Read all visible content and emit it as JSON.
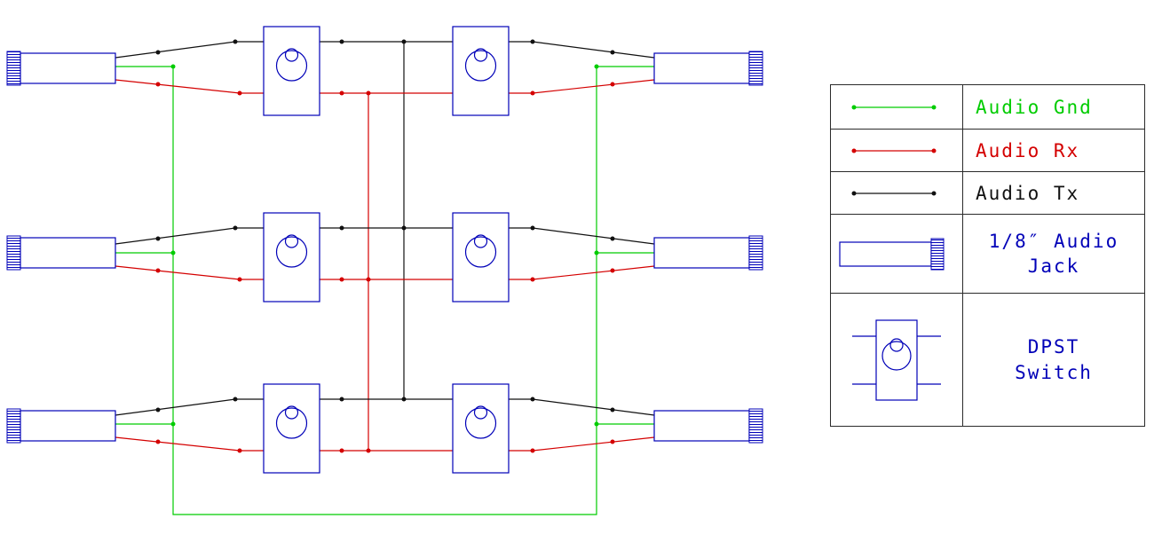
{
  "colors": {
    "gnd": "#00cc00",
    "rx": "#d40000",
    "tx": "#111111",
    "component": "#0000b8",
    "border": "#2a2a2a"
  },
  "legend": {
    "rows": [
      {
        "name": "audio-gnd",
        "label": "Audio Gnd"
      },
      {
        "name": "audio-rx",
        "label": "Audio Rx"
      },
      {
        "name": "audio-tx",
        "label": "Audio Tx"
      },
      {
        "name": "audio-jack",
        "label_line1": "1/8″ Audio",
        "label_line2": "Jack"
      },
      {
        "name": "dpst-switch",
        "label_line1": "DPST",
        "label_line2": "Switch"
      }
    ]
  },
  "diagram": {
    "stations": 3,
    "audio_jacks": 6,
    "dpst_switches": 6,
    "wire_nets": [
      "Audio Gnd",
      "Audio Rx",
      "Audio Tx"
    ]
  }
}
